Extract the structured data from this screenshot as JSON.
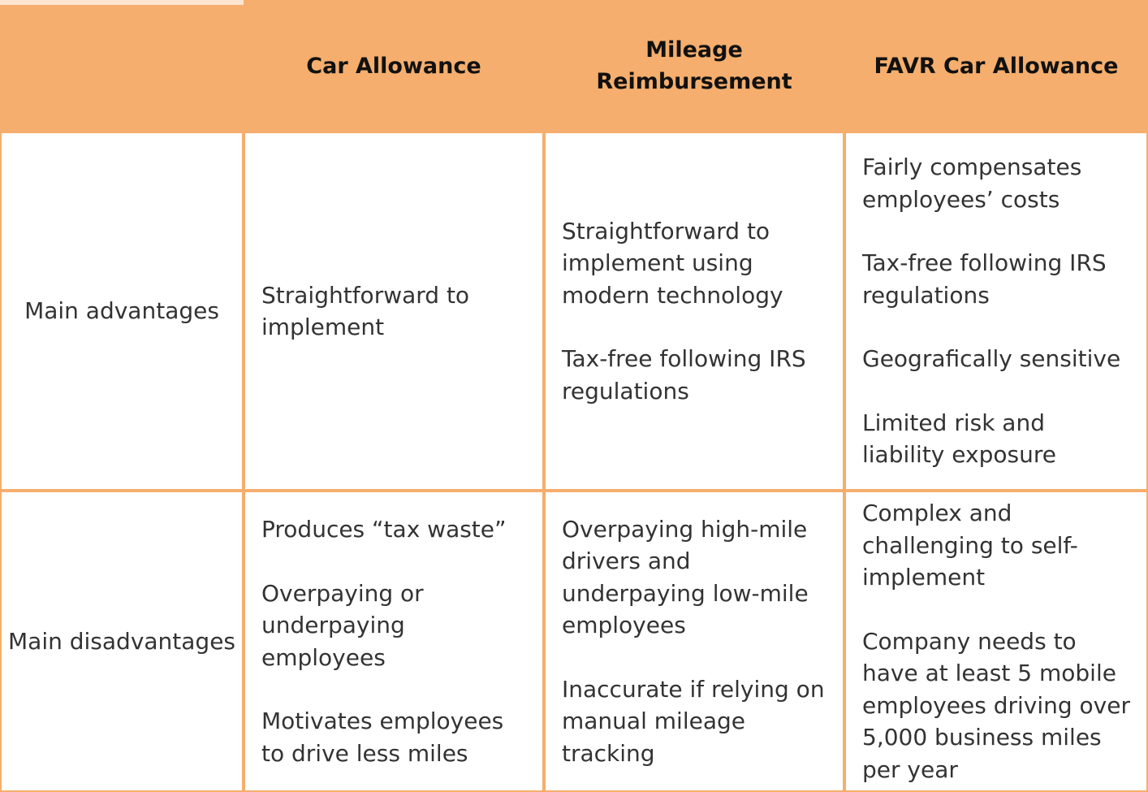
{
  "table": {
    "columns": [
      "",
      "Car Allowance",
      "Mileage Reimbursement",
      "FAVR Car Allowance"
    ],
    "rows": [
      {
        "label": "Main advantages",
        "cells": [
          [
            "Straightforward to implement"
          ],
          [
            "Straightforward to implement using modern technology",
            "Tax-free following IRS regulations"
          ],
          [
            "Fairly compensates employees’ costs",
            "Tax-free following IRS regulations",
            "Geografically sensitive",
            "Limited risk and liability exposure"
          ]
        ]
      },
      {
        "label": "Main disadvantages",
        "cells": [
          [
            "Produces “tax waste”",
            "Overpaying or underpaying employees",
            "Motivates employees to drive less miles"
          ],
          [
            "Overpaying high-mile drivers and underpaying low-mile employees",
            "Inaccurate if relying on manual mileage tracking"
          ],
          [
            "Complex and challenging to self- implement",
            "Company needs to have at least 5 mobile employees driving over 5,000 business miles per year"
          ]
        ]
      }
    ]
  },
  "colors": {
    "header_bg": "#f5ae6d",
    "border": "#f5ae6d",
    "text": "#333333"
  }
}
